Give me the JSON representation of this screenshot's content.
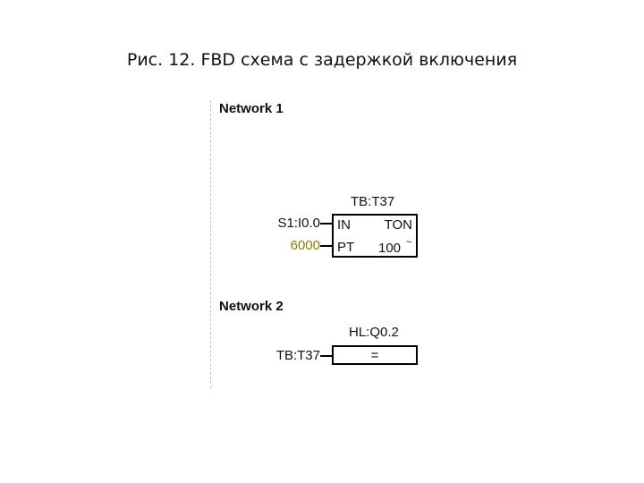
{
  "caption": "Рис. 12. FBD схема с задержкой включения",
  "network1": {
    "title": "Network 1",
    "timer_name": "TB:T37",
    "input_in_label": "S1:I0.0",
    "input_pt_value": "6000",
    "pin_in": "IN",
    "pin_pt": "PT",
    "timer_type": "TON",
    "timebase": "100",
    "timebase_unit": "~"
  },
  "network2": {
    "title": "Network 2",
    "output_name": "HL:Q0.2",
    "input_label": "TB:T37",
    "assign_symbol": "="
  },
  "colors": {
    "value_highlight": "#8c7a12",
    "wire": "#000000",
    "rail": "#c4c4c4"
  }
}
